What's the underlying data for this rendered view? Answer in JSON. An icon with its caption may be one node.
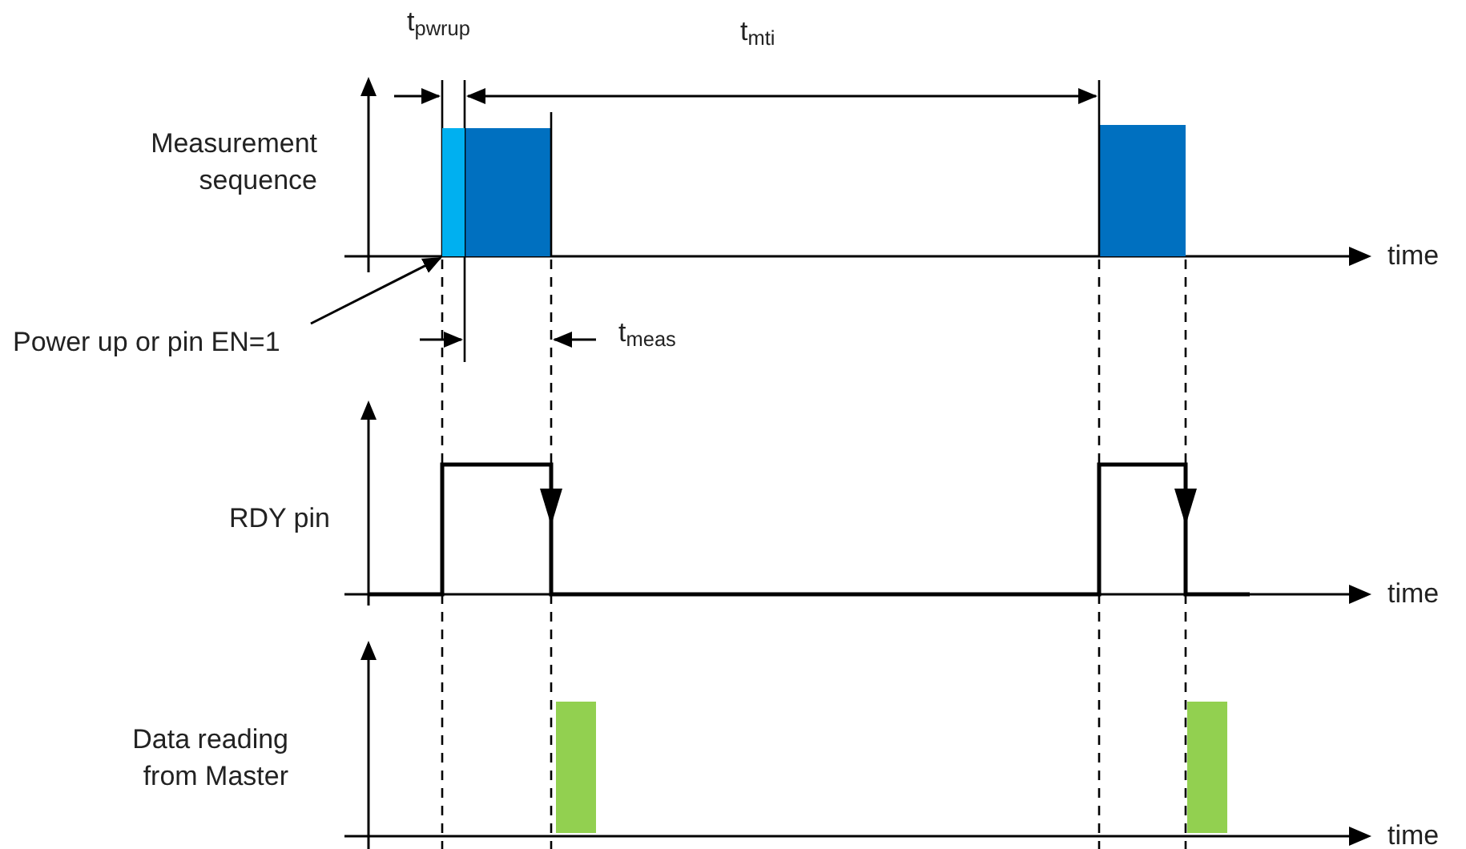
{
  "diagram": {
    "nodes": [
      {
        "text": [
          "Power up or pin EN=1"
        ]
      },
      {
        "text": [],
        "shape": "bar"
      }
    ],
    "edges": [
      {
        "from": 0,
        "to": 1,
        "arrow": "to"
      }
    ],
    "labels": [
      "t$_{pwrup}$",
      "t$_{mti}$",
      "Measurement sequence",
      "time",
      "t$_{meas}$",
      "RDY pin",
      "time",
      "Data reading from Master",
      "time"
    ]
  }
}
